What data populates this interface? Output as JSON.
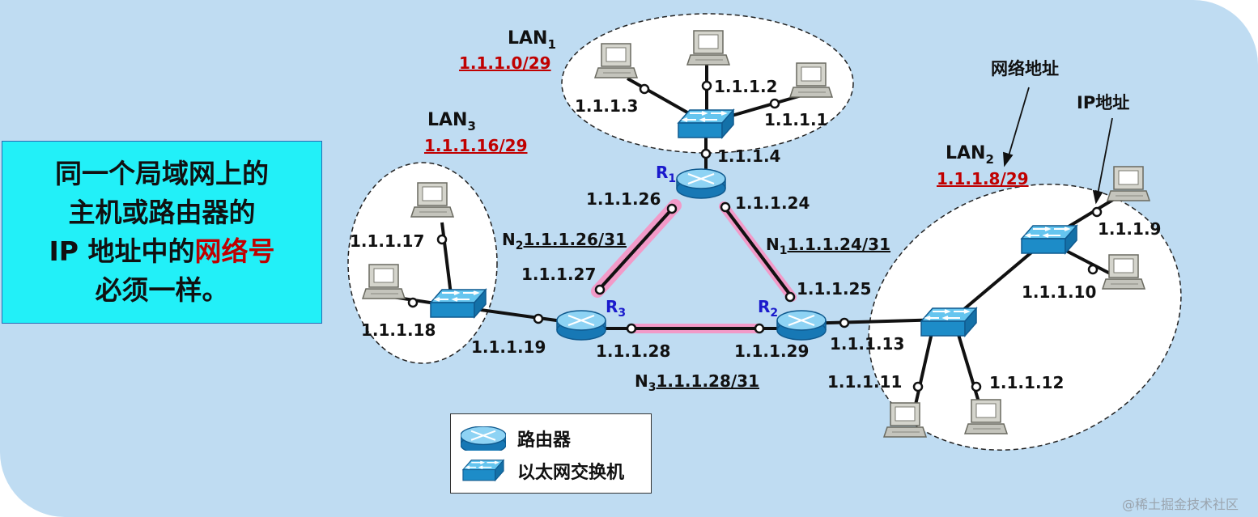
{
  "callout": {
    "line1": "同一个局域网上的",
    "line2": "主机或路由器的",
    "line3_prefix": "IP 地址中的",
    "line3_highlight": "网络号",
    "line4": "必须一样。"
  },
  "lans": {
    "lan1": {
      "name": "LAN",
      "sub": "1",
      "net": "1.1.1.0/29"
    },
    "lan2": {
      "name": "LAN",
      "sub": "2",
      "net": "1.1.1.8/29"
    },
    "lan3": {
      "name": "LAN",
      "sub": "3",
      "net": "1.1.1.16/29"
    }
  },
  "links": {
    "n1": {
      "name": "N",
      "sub": "1",
      "net": "1.1.1.24/31"
    },
    "n2": {
      "name": "N",
      "sub": "2",
      "net": "1.1.1.26/31"
    },
    "n3": {
      "name": "N",
      "sub": "3",
      "net": "1.1.1.28/31"
    }
  },
  "routers": {
    "r1": {
      "name": "R",
      "sub": "1"
    },
    "r2": {
      "name": "R",
      "sub": "2"
    },
    "r3": {
      "name": "R",
      "sub": "3"
    }
  },
  "addresses": {
    "h1": "1.1.1.1",
    "h2": "1.1.1.2",
    "h3": "1.1.1.3",
    "r1_lan": "1.1.1.4",
    "h9": "1.1.1.9",
    "h10": "1.1.1.10",
    "h11": "1.1.1.11",
    "h12": "1.1.1.12",
    "r2_lan": "1.1.1.13",
    "h17": "1.1.1.17",
    "h18": "1.1.1.18",
    "r3_lan": "1.1.1.19",
    "r1_n2": "1.1.1.26",
    "r1_n1": "1.1.1.24",
    "r2_n1": "1.1.1.25",
    "r3_n2": "1.1.1.27",
    "r3_n3": "1.1.1.28",
    "r2_n3": "1.1.1.29"
  },
  "annotations": {
    "network_address": "网络地址",
    "ip_address": "IP地址"
  },
  "legend": {
    "router": "路由器",
    "switch": "以太网交换机"
  },
  "watermark": "@稀土掘金技术社区",
  "colors": {
    "background": "#bfdcf2",
    "callout": "#22f0f8",
    "network_text": "#c00000",
    "router_label": "#1a1acc",
    "link_highlight": "#f29ac8"
  }
}
